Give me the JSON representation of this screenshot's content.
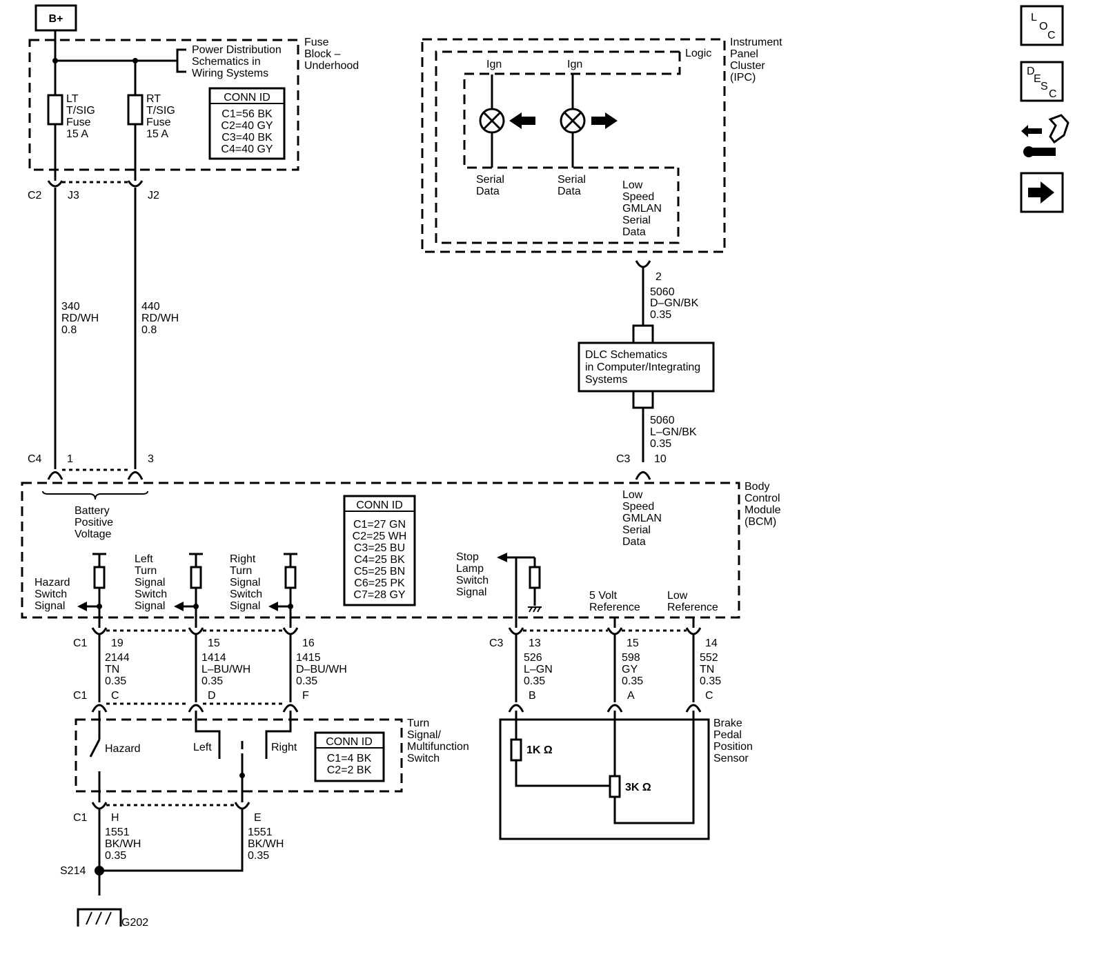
{
  "power": {
    "label": "B+"
  },
  "fuse_block": {
    "name": [
      "Fuse",
      "Block –",
      "Underhood"
    ],
    "ref": [
      "Power Distribution",
      "Schematics in",
      "Wiring Systems"
    ],
    "conn_title": "CONN ID",
    "conn": [
      "C1=56 BK",
      "C2=40 GY",
      "C3=40 BK",
      "C4=40 GY"
    ],
    "lt_fuse": [
      "LT",
      "T/SIG",
      "Fuse",
      "15 A"
    ],
    "rt_fuse": [
      "RT",
      "T/SIG",
      "Fuse",
      "15 A"
    ],
    "c2": "C2",
    "j3": "J3",
    "j2": "J2"
  },
  "wires_top": {
    "w340": [
      "340",
      "RD/WH",
      "0.8"
    ],
    "w440": [
      "440",
      "RD/WH",
      "0.8"
    ],
    "c4": "C4",
    "p1": "1",
    "p3": "3"
  },
  "ipc": {
    "name": [
      "Instrument",
      "Panel",
      "Cluster",
      "(IPC)"
    ],
    "logic": "Logic",
    "ign": "Ign",
    "serial": [
      "Serial",
      "Data"
    ],
    "gmlan": [
      "Low",
      "Speed",
      "GMLAN",
      "Serial",
      "Data"
    ],
    "pin": "2",
    "w5060a": [
      "5060",
      "D–GN/BK",
      "0.35"
    ]
  },
  "dlc": {
    "text": [
      "DLC Schematics",
      "in Computer/Integrating",
      "Systems"
    ],
    "w5060b": [
      "5060",
      "L–GN/BK",
      "0.35"
    ],
    "c3": "C3",
    "pin": "10"
  },
  "bcm": {
    "name": [
      "Body",
      "Control",
      "Module",
      "(BCM)"
    ],
    "battery": [
      "Battery",
      "Positive",
      "Voltage"
    ],
    "gmlan": [
      "Low",
      "Speed",
      "GMLAN",
      "Serial",
      "Data"
    ],
    "conn_title": "CONN ID",
    "conn": [
      "C1=27 GN",
      "C2=25 WH",
      "C3=25 BU",
      "C4=25 BK",
      "C5=25 BN",
      "C6=25 PK",
      "C7=28 GY"
    ],
    "hazard": [
      "Hazard",
      "Switch",
      "Signal"
    ],
    "left": [
      "Left",
      "Turn",
      "Signal",
      "Switch",
      "Signal"
    ],
    "right": [
      "Right",
      "Turn",
      "Signal",
      "Switch",
      "Signal"
    ],
    "stop": [
      "Stop",
      "Lamp",
      "Switch",
      "Signal"
    ],
    "ref5v": [
      "5 Volt",
      "Reference"
    ],
    "lowref": [
      "Low",
      "Reference"
    ]
  },
  "lower_wires": {
    "c1": "C1",
    "c3": "C3",
    "p19": "19",
    "p15": "15",
    "p16": "16",
    "w2144": [
      "2144",
      "TN",
      "0.35"
    ],
    "w1414": [
      "1414",
      "L–BU/WH",
      "0.35"
    ],
    "w1415": [
      "1415",
      "D–BU/WH",
      "0.35"
    ],
    "pC": "C",
    "pD": "D",
    "pF": "F",
    "p13": "13",
    "p15b": "15",
    "p14": "14",
    "w526": [
      "526",
      "L–GN",
      "0.35"
    ],
    "w598": [
      "598",
      "GY",
      "0.35"
    ],
    "w552": [
      "552",
      "TN",
      "0.35"
    ],
    "pB": "B",
    "pA": "A",
    "pC2": "C"
  },
  "turn_switch": {
    "name": [
      "Turn",
      "Signal/",
      "Multifunction",
      "Switch"
    ],
    "hazard": "Hazard",
    "left": "Left",
    "right": "Right",
    "conn_title": "CONN ID",
    "conn": [
      "C1=4 BK",
      "C2=2 BK"
    ]
  },
  "brake_sensor": {
    "name": [
      "Brake",
      "Pedal",
      "Position",
      "Sensor"
    ],
    "r1": "1K Ω",
    "r2": "3K Ω"
  },
  "ground": {
    "c1": "C1",
    "pH": "H",
    "pE": "E",
    "w1551a": [
      "1551",
      "BK/WH",
      "0.35"
    ],
    "w1551b": [
      "1551",
      "BK/WH",
      "0.35"
    ],
    "splice": "S214",
    "g": "G202"
  },
  "nav": {
    "loc": [
      "L",
      "O",
      "C"
    ],
    "desc": [
      "D",
      "E",
      "S",
      "C"
    ]
  }
}
